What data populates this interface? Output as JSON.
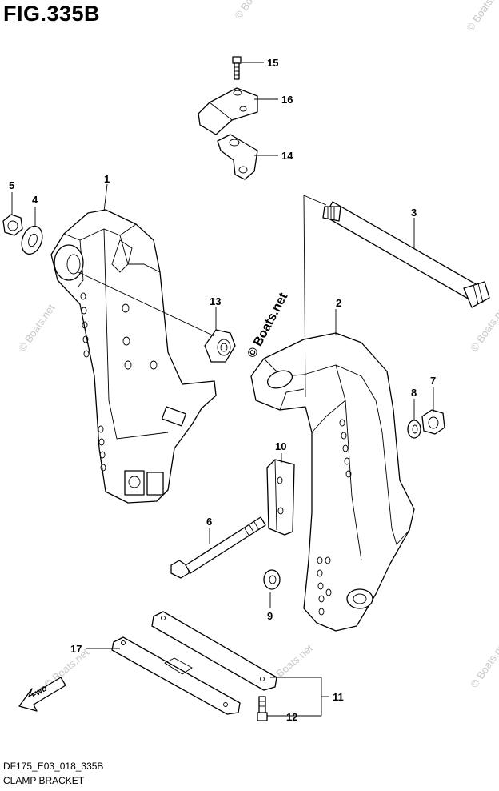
{
  "figure": {
    "title": "FIG.335B",
    "code": "DF175_E03_018_335B",
    "name": "CLAMP BRACKET"
  },
  "watermark": {
    "text": "© Boats.net",
    "prominent_text": "© Boats.net"
  },
  "direction_marker": {
    "label": "FWD"
  },
  "callouts": [
    {
      "id": "c1",
      "label": "1"
    },
    {
      "id": "c2",
      "label": "2"
    },
    {
      "id": "c3",
      "label": "3"
    },
    {
      "id": "c4",
      "label": "4"
    },
    {
      "id": "c5",
      "label": "5"
    },
    {
      "id": "c6",
      "label": "6"
    },
    {
      "id": "c7",
      "label": "7"
    },
    {
      "id": "c8",
      "label": "8"
    },
    {
      "id": "c9",
      "label": "9"
    },
    {
      "id": "c10",
      "label": "10"
    },
    {
      "id": "c11",
      "label": "11"
    },
    {
      "id": "c12",
      "label": "12"
    },
    {
      "id": "c13",
      "label": "13"
    },
    {
      "id": "c14",
      "label": "14"
    },
    {
      "id": "c15",
      "label": "15"
    },
    {
      "id": "c16",
      "label": "16"
    },
    {
      "id": "c17",
      "label": "17"
    }
  ],
  "colors": {
    "line": "#000000",
    "watermark": "#c9c9c9",
    "background": "#ffffff"
  }
}
